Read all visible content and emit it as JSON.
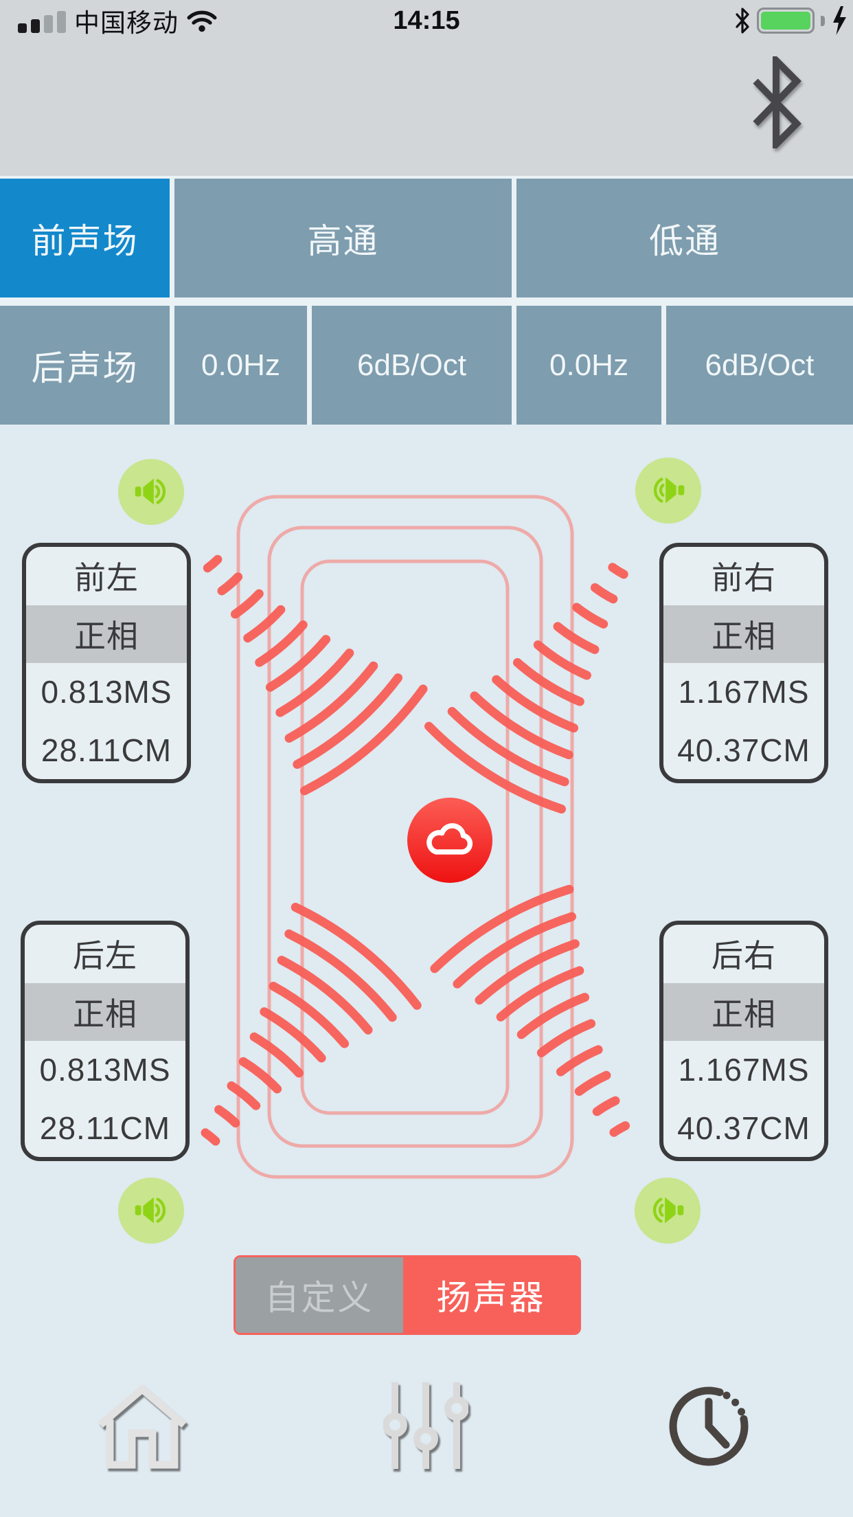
{
  "status_bar": {
    "carrier": "中国移动",
    "time": "14:15"
  },
  "tabs": {
    "front": "前声场",
    "rear": "后声场",
    "highpass": "高通",
    "lowpass": "低通",
    "hp_freq": "0.0Hz",
    "hp_slope": "6dB/Oct",
    "lp_freq": "0.0Hz",
    "lp_slope": "6dB/Oct",
    "active_tab": "前声场"
  },
  "speakers": {
    "front_left": {
      "name": "前左",
      "phase": "正相",
      "delay_ms": "0.813MS",
      "distance_cm": "28.11CM"
    },
    "front_right": {
      "name": "前右",
      "phase": "正相",
      "delay_ms": "1.167MS",
      "distance_cm": "40.37CM"
    },
    "rear_left": {
      "name": "后左",
      "phase": "正相",
      "delay_ms": "0.813MS",
      "distance_cm": "28.11CM"
    },
    "rear_right": {
      "name": "后右",
      "phase": "正相",
      "delay_ms": "1.167MS",
      "distance_cm": "40.37CM"
    }
  },
  "mode_toggle": {
    "custom": "自定义",
    "speaker": "扬声器",
    "selected": "扬声器"
  },
  "icons": {
    "header": "bluetooth-icon",
    "corner_buttons": "speaker-volume-icon",
    "center_button": "cloud-icon",
    "nav": [
      "home-icon",
      "equalizer-sliders-icon",
      "clock-icon"
    ]
  },
  "colors": {
    "active_tab_blue": "#1389CC",
    "tab_gray_blue": "#7E9DAE",
    "wave_red": "#F85F58",
    "car_outline_pink": "#F29B97",
    "speaker_green": "#8FD317",
    "speaker_green_bg": "#C9E58D",
    "toggle_red": "#F7615A",
    "toggle_gray": "#9BA0A3",
    "battery_green": "#57D35E",
    "header_gray": "#D2D6D8",
    "content_blue": "#DFEAF1"
  }
}
